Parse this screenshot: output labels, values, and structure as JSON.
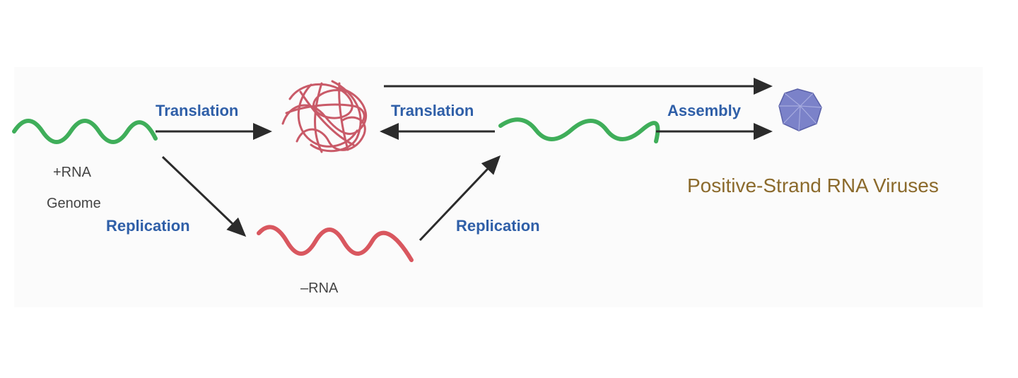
{
  "title": "Positive-Strand RNA Viruses",
  "labels": {
    "translation_left": "Translation",
    "translation_right": "Translation",
    "assembly": "Assembly",
    "replication_left": "Replication",
    "replication_right": "Replication",
    "plus_rna": "+RNA",
    "genome": "Genome",
    "minus_rna": "–RNA"
  },
  "colors": {
    "positive_strand": "#3fae5a",
    "negative_strand": "#d9575f",
    "protein": "#c95a68",
    "capsid": "#7b82c9",
    "label_blue": "#2f5fa8",
    "title_gold": "#8b6a2c",
    "arrow": "#2b2b2b"
  }
}
